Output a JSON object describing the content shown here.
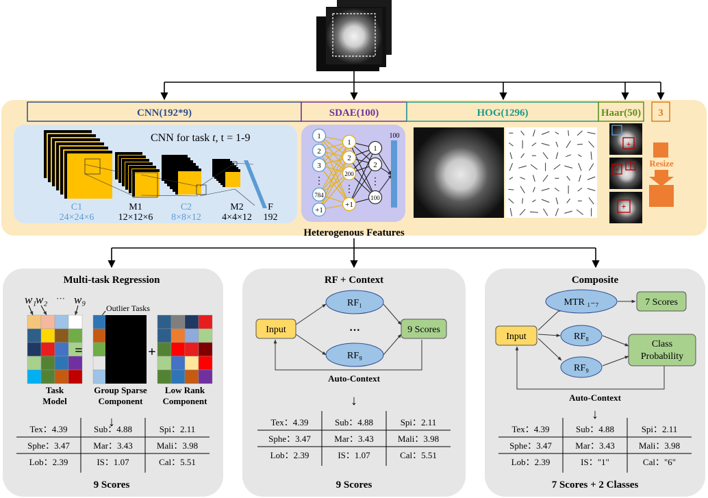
{
  "top": {
    "feature_labels": [
      "CNN(192*9)",
      "SDAE(100)",
      "HOG(1296)",
      "Haar(50)",
      "3"
    ],
    "feature_colors": [
      "#2e4d8f",
      "#7030a0",
      "#1a9a8a",
      "#5f8f1f",
      "#e07b1e"
    ],
    "heterogenous_label": "Heterogenous Features",
    "cnn_title_prefix": "CNN for task",
    "cnn_title_var": "t",
    "cnn_title_range": ", t = 1-9",
    "cnn_layers": [
      {
        "name": "C1",
        "dims": "24×24×6",
        "accent": true
      },
      {
        "name": "M1",
        "dims": "12×12×6",
        "accent": false
      },
      {
        "name": "C2",
        "dims": "8×8×12",
        "accent": true
      },
      {
        "name": "M2",
        "dims": "4×4×12",
        "accent": false
      },
      {
        "name": "F",
        "dims": "192",
        "accent": false
      }
    ],
    "sdae_input": [
      "1",
      "2",
      "3",
      "⋮",
      "784",
      "+1"
    ],
    "sdae_hidden1": [
      "1",
      "2",
      "200",
      "⋮",
      "+1"
    ],
    "sdae_hidden2": [
      "1",
      "2",
      "⋮",
      "100"
    ],
    "sdae_output": "100",
    "resize_label": "Resize"
  },
  "panels": [
    {
      "title": "Multi-task Regression",
      "weights": [
        "w₁",
        "w₂",
        "···",
        "w₉"
      ],
      "outlier_label": "Outlier Tasks",
      "components": [
        "Task\nModel",
        "Group Sparse\nComponent",
        "Low Rank\nComponent"
      ],
      "equals": "=",
      "plus": "+",
      "arrow": "↓",
      "scores": [
        [
          "Tex：4.39",
          "Sub：4.88",
          "Spi：2.11"
        ],
        [
          "Sphe：3.47",
          "Mar：3.43",
          "Mali：3.98"
        ],
        [
          "Lob：2.39",
          "IS：1.07",
          "Cal：5.51"
        ]
      ],
      "footer": "9 Scores"
    },
    {
      "title": "RF + Context",
      "input": "Input",
      "rf_top": "RF₁",
      "rf_bottom": "RF₉",
      "ellipsis": "···",
      "output": "9 Scores",
      "context": "Auto-Context",
      "arrow": "↓",
      "scores": [
        [
          "Tex：4.39",
          "Sub：4.88",
          "Spi：2.11"
        ],
        [
          "Sphe：3.47",
          "Mar：3.43",
          "Mali：3.98"
        ],
        [
          "Lob：2.39",
          "IS：1.07",
          "Cal：5.51"
        ]
      ],
      "footer": "9 Scores"
    },
    {
      "title": "Composite",
      "input": "Input",
      "mtr": "MTR ₁₋₇",
      "rf8": "RF₈",
      "rf9": "RF₉",
      "out_scores": "7 Scores",
      "out_class": "Class\nProbability",
      "context": "Auto-Context",
      "arrow": "↓",
      "scores": [
        [
          "Tex：4.39",
          "Sub：4.88",
          "Spi：2.11"
        ],
        [
          "Sphe：3.47",
          "Mar：3.43",
          "Mali：3.98"
        ],
        [
          "Lob：2.39",
          "IS：\"1\"",
          "Cal：\"6\""
        ]
      ],
      "footer": "7 Scores + 2 Classes"
    }
  ],
  "colors": {
    "panel_fill": "#e6e6e6",
    "feature_band": "#fde9bf",
    "cnn_bg": "#d7e6f5",
    "sdae_bg": "#c9c6f0",
    "map_yellow": "#ffc000",
    "node_blue": "#9dc3e6",
    "node_yellow": "#ffd966",
    "node_green": "#a9d18e",
    "orange": "#ed7d31",
    "c_label": "#5b9bd5"
  },
  "matrices": {
    "task_model": [
      [
        "#f4c57a",
        "#f4b8a0",
        "#9dc3e6",
        "#ffffff"
      ],
      [
        "#2e5f8a",
        "#ffd700",
        "#8b5a1e",
        "#70ad47"
      ],
      [
        "#1f3864",
        "#e61e1e",
        "#4472c4",
        "#a9d18e"
      ],
      [
        "#a9d18e",
        "#548235",
        "#2e75b6",
        "#7030a0"
      ],
      [
        "#00b0f0",
        "#548235",
        "#c55a11",
        "#c00000"
      ]
    ],
    "sparse_col": [
      "#2e75b6",
      "#c55a11",
      "#70ad47",
      "#e7e6e6",
      "#9dc3e6"
    ],
    "low_rank": [
      [
        "#2e5f8a",
        "#7f7f7f",
        "#1f3864",
        "#e61e1e"
      ],
      [
        "#2e5f8a",
        "#ed7d31",
        "#8faadc",
        "#a9d18e"
      ],
      [
        "#548235",
        "#ff0000",
        "#e61e1e",
        "#7f0000"
      ],
      [
        "#a9d18e",
        "#4472c4",
        "#ffe699",
        "#ff0000"
      ],
      [
        "#548235",
        "#2e75b6",
        "#c55a11",
        "#7030a0"
      ]
    ]
  }
}
